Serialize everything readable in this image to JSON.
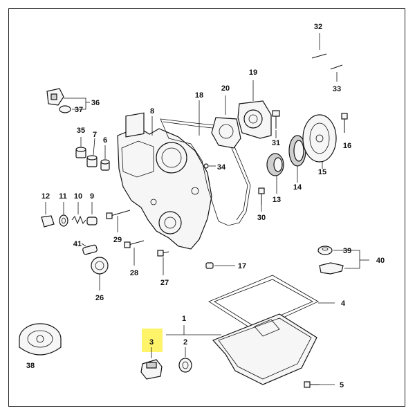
{
  "diagram": {
    "highlight_color": "#fff36a",
    "callouts": [
      {
        "id": "c1",
        "text": "1"
      },
      {
        "id": "c2",
        "text": "2"
      },
      {
        "id": "c3",
        "text": "3"
      },
      {
        "id": "c4",
        "text": "4"
      },
      {
        "id": "c5",
        "text": "5"
      },
      {
        "id": "c6",
        "text": "6"
      },
      {
        "id": "c7",
        "text": "7"
      },
      {
        "id": "c8",
        "text": "8"
      },
      {
        "id": "c9",
        "text": "9"
      },
      {
        "id": "c10",
        "text": "10"
      },
      {
        "id": "c11",
        "text": "11"
      },
      {
        "id": "c12",
        "text": "12"
      },
      {
        "id": "c13",
        "text": "13"
      },
      {
        "id": "c14",
        "text": "14"
      },
      {
        "id": "c15",
        "text": "15"
      },
      {
        "id": "c16",
        "text": "16"
      },
      {
        "id": "c17",
        "text": "17"
      },
      {
        "id": "c18",
        "text": "18"
      },
      {
        "id": "c19",
        "text": "19"
      },
      {
        "id": "c20",
        "text": "20"
      },
      {
        "id": "c26",
        "text": "26"
      },
      {
        "id": "c27",
        "text": "27"
      },
      {
        "id": "c28",
        "text": "28"
      },
      {
        "id": "c29",
        "text": "29"
      },
      {
        "id": "c30",
        "text": "30"
      },
      {
        "id": "c31",
        "text": "31"
      },
      {
        "id": "c32",
        "text": "32"
      },
      {
        "id": "c33",
        "text": "33"
      },
      {
        "id": "c34",
        "text": "34"
      },
      {
        "id": "c35",
        "text": "35"
      },
      {
        "id": "c36",
        "text": "36"
      },
      {
        "id": "c37",
        "text": "37"
      },
      {
        "id": "c38",
        "text": "38"
      },
      {
        "id": "c39",
        "text": "39"
      },
      {
        "id": "c40",
        "text": "40"
      },
      {
        "id": "c41",
        "text": "41"
      }
    ]
  }
}
